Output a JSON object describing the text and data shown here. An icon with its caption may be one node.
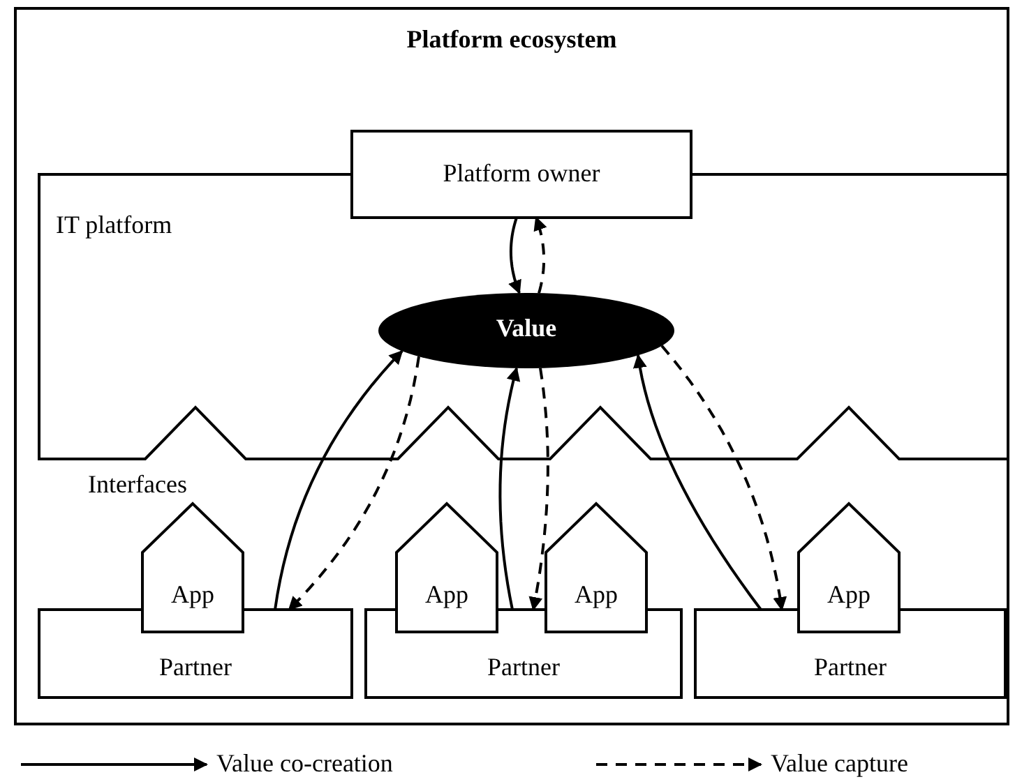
{
  "diagram": {
    "nodes": [
      {
        "text": [
          "Platform ecosystem"
        ]
      },
      {
        "text": [
          "IT platform"
        ],
        "in": 0
      },
      {
        "text": [
          "Platform owner"
        ],
        "in": 0
      },
      {
        "text": [
          "Value"
        ],
        "in": 1
      },
      {
        "text": [
          "App"
        ],
        "in": 0
      },
      {
        "text": [
          "App"
        ],
        "in": 0
      },
      {
        "text": [
          "App"
        ],
        "in": 0
      },
      {
        "text": [
          "App"
        ],
        "in": 0
      },
      {
        "text": [
          "Partner"
        ],
        "in": 0
      },
      {
        "text": [
          "Partner"
        ],
        "in": 0
      },
      {
        "text": [
          "Partner"
        ],
        "in": 0
      }
    ],
    "edges": [
      {
        "from": 2,
        "to": 3,
        "arrow": "to"
      },
      {
        "from": 3,
        "to": 2,
        "arrow": "to",
        "style": "dashed"
      },
      {
        "from": 8,
        "to": 3,
        "arrow": "to"
      },
      {
        "from": 3,
        "to": 8,
        "arrow": "to",
        "style": "dashed"
      },
      {
        "from": 9,
        "to": 3,
        "arrow": "to"
      },
      {
        "from": 3,
        "to": 9,
        "arrow": "to",
        "style": "dashed"
      },
      {
        "from": 10,
        "to": 3,
        "arrow": "to"
      },
      {
        "from": 3,
        "to": 10,
        "arrow": "to",
        "style": "dashed"
      }
    ],
    "labels": [
      "Interfaces"
    ],
    "legend": [
      {
        "text": "Value co-creation"
      },
      {
        "text": "Value capture"
      }
    ]
  }
}
